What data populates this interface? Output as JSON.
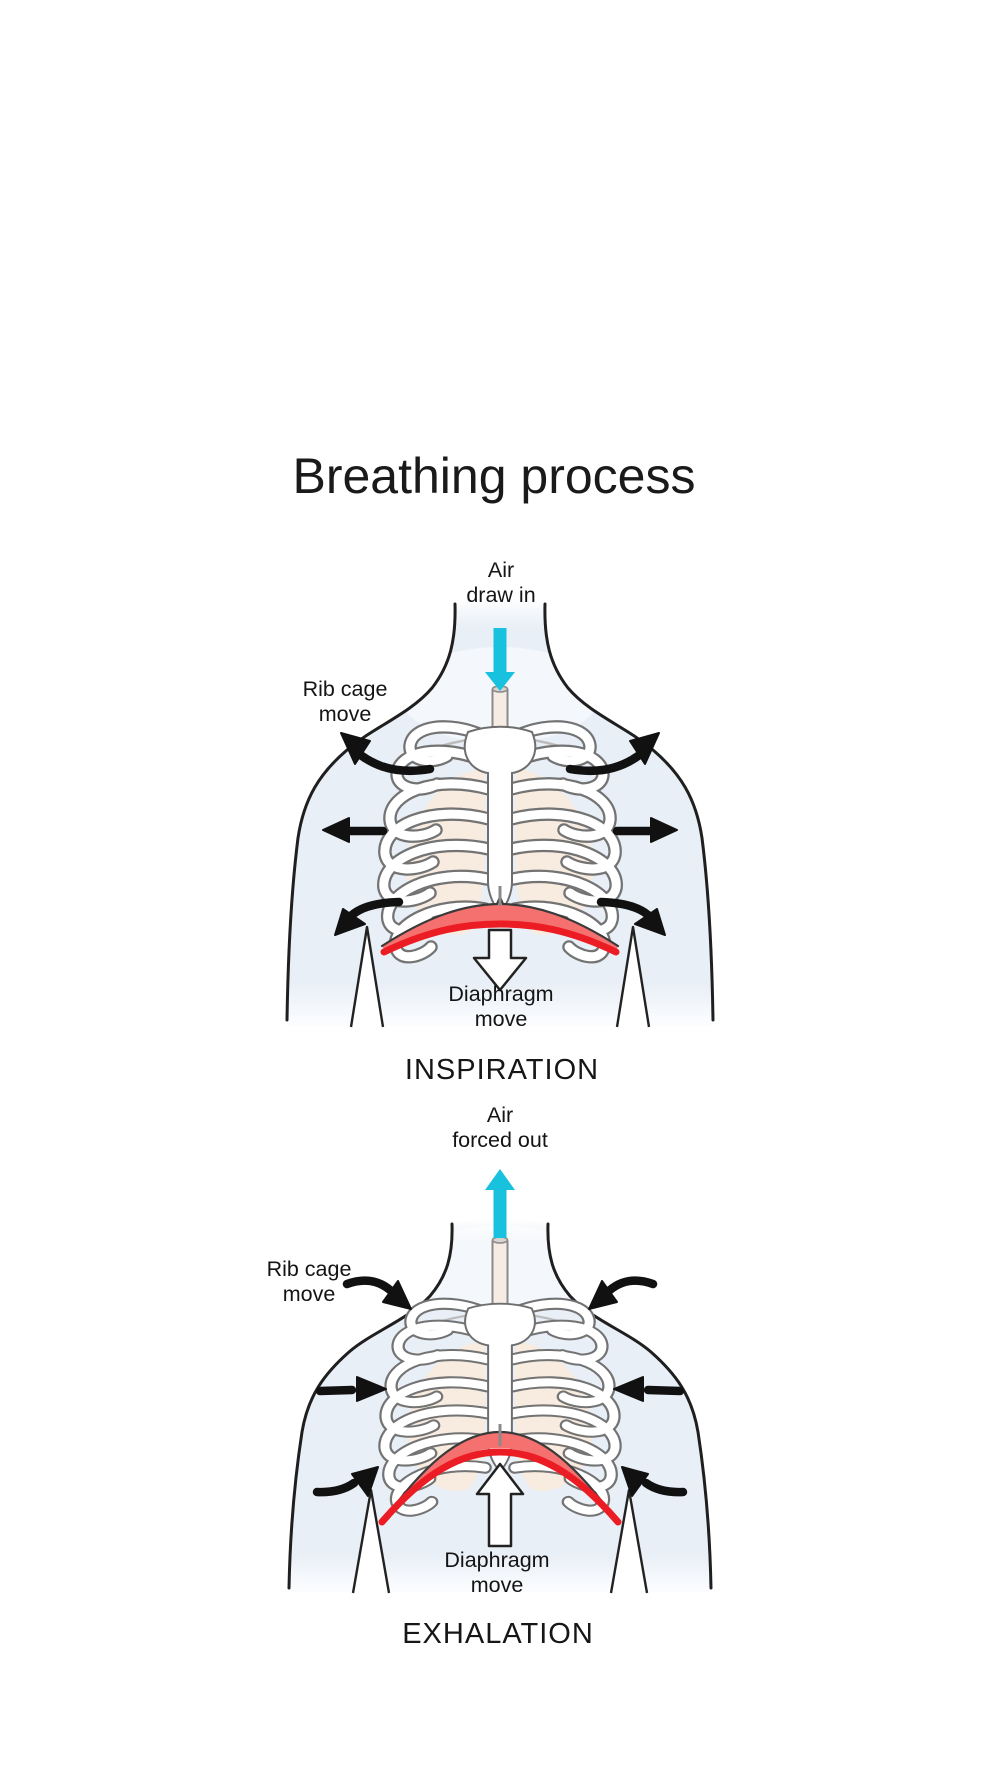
{
  "title": "Breathing process",
  "panels": {
    "inspiration": {
      "air_line1": "Air",
      "air_line2": "draw in",
      "ribcage_line1": "Rib cage",
      "ribcage_line2": "move",
      "diaphragm_line1": "Diaphragm",
      "diaphragm_line2": "move",
      "caption": "INSPIRATION"
    },
    "exhalation": {
      "air_line1": "Air",
      "air_line2": "forced out",
      "ribcage_line1": "Rib cage",
      "ribcage_line2": "move",
      "diaphragm_line1": "Diaphragm",
      "diaphragm_line2": "move",
      "caption": "EXHALATION"
    }
  },
  "colors": {
    "background": "#ffffff",
    "body_fill": "#e9eff6",
    "body_outline": "#1f1f1f",
    "bone_fill": "#ffffff",
    "bone_outline": "#737373",
    "lung_fill": "#f8ebdf",
    "diaphragm_fill": "#f4716f",
    "diaphragm_line": "#ec1c24",
    "air_arrow": "#18c2de",
    "motion_arrow": "#111111",
    "text": "#141414"
  }
}
